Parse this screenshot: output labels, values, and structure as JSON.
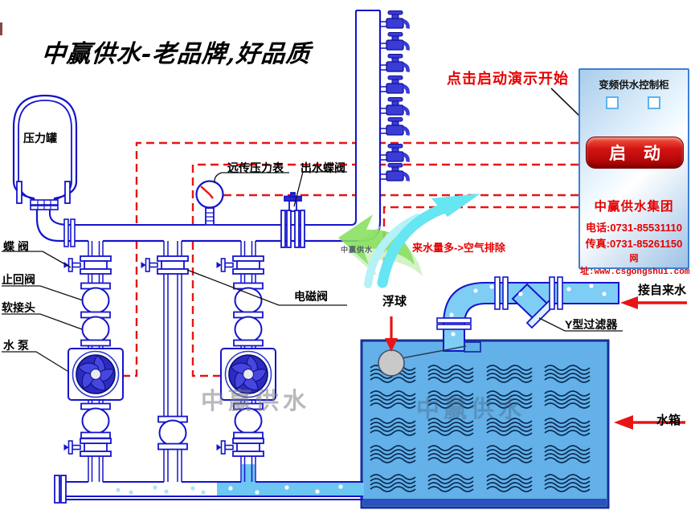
{
  "page_title": "中赢供水-老品牌,好品质",
  "diagram": {
    "component_labels": {
      "pressure_tank": "压力罐",
      "butterfly_valve": "蝶 阀",
      "check_valve": "止回阀",
      "soft_joint": "软接头",
      "water_pump": "水 泵",
      "remote_pressure_gauge": "远传压力表",
      "outlet_butterfly_valve": "出水蝶阀",
      "solenoid_valve": "电磁阀",
      "float_ball": "浮球",
      "y_filter": "Y型过滤器",
      "tap_water_inlet": "接自来水",
      "water_tank": "水箱"
    },
    "annotations": {
      "air_exhaust_note": "来水量多->空气排除",
      "click_to_start": "点击启动演示开始"
    },
    "watermark": "中赢供水"
  },
  "control_cabinet": {
    "title": "变频供水控制柜",
    "start_button_label": "启 动",
    "company_name": "中赢供水集团",
    "phone": "电话:0731-85531110",
    "fax": "传真:0731-85261150",
    "website": "网址:www.csgongshui.com"
  },
  "colors": {
    "pipe_blue": "#1414cc",
    "water_fill": "#7ecdf5",
    "tank_fill": "#63b1e8",
    "tank_border": "#16309a",
    "signal_red": "#e81414",
    "button_red": "#c40000",
    "arrow_green": "#86df5f",
    "arrow_cyan": "#66e5f2"
  }
}
